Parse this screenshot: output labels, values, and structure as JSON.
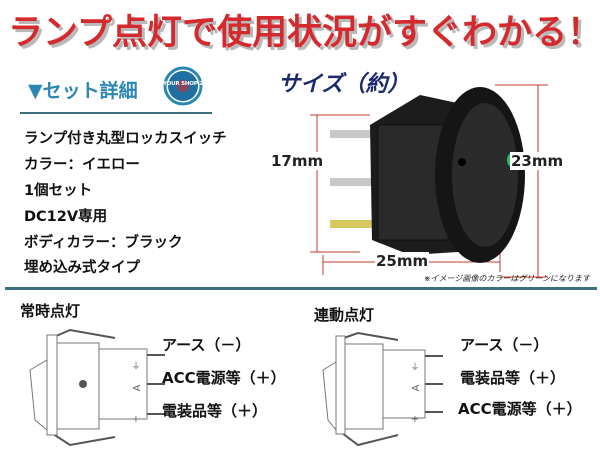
{
  "headline": "ランプ点灯で使用状況がすぐわかる！",
  "set_details": {
    "heading": "▼セット詳細",
    "badge_logo_text": "YOUR SHOP 2",
    "items": [
      "ランプ付き丸型ロッカスイッチ",
      "カラー：イエロー",
      "1個セット",
      "DC12V専用",
      "ボディカラー：ブラック",
      "埋め込み式タイプ"
    ]
  },
  "size": {
    "heading": "サイズ（約）",
    "height_body": "17mm",
    "height_total": "23mm",
    "width": "25mm",
    "note": "※イメージ画像のカラーはグリーンになります"
  },
  "wiring": [
    {
      "mode": "常時点灯",
      "terminals": [
        "アース（－）",
        "ACC電源等（＋）",
        "電装品等（＋）"
      ]
    },
    {
      "mode": "連動点灯",
      "terminals": [
        "アース（－）",
        "電装品等（＋）",
        "ACC電源等（＋）"
      ]
    }
  ],
  "colors": {
    "headline": "#d42a2e",
    "accent": "#2a86b3",
    "divider": "#3a6f80",
    "size_heading": "#1d2a6e",
    "dimension_line": "#c0392b"
  }
}
